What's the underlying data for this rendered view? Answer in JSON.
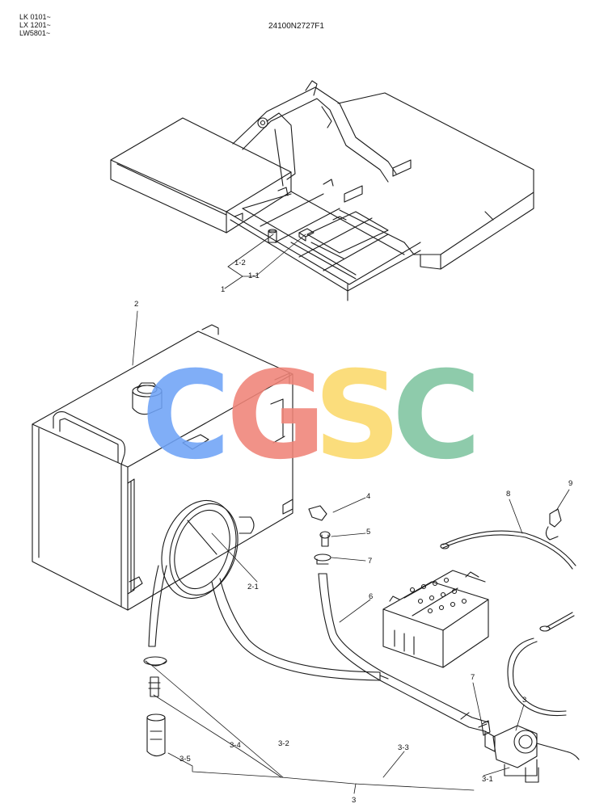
{
  "header": {
    "serial_1": "LK 0101~",
    "serial_2": "LX 1201~",
    "serial_3": "LW5801~",
    "drawing_number": "24100N2727F1"
  },
  "watermark": {
    "letters": [
      "C",
      "G",
      "S",
      "C"
    ],
    "colors": [
      "#6fa3f7",
      "#f08478",
      "#fbd96a",
      "#7fc4a0"
    ]
  },
  "callouts": {
    "frame_group": "1",
    "frame_part_1": "1-1",
    "frame_part_2": "1-2",
    "tank": "2",
    "tank_part": "2-1",
    "hose_group": "3",
    "hose_group_upper": "3",
    "pump": "3-1",
    "hose_long": "3-2",
    "hose_pipe": "3-3",
    "hose_short": "3-4",
    "strainer": "3-5",
    "elbow": "4",
    "connector": "5",
    "hose_return": "6",
    "clamp_upper": "7",
    "clamp_lower": "7",
    "cable": "8",
    "clip": "9"
  }
}
